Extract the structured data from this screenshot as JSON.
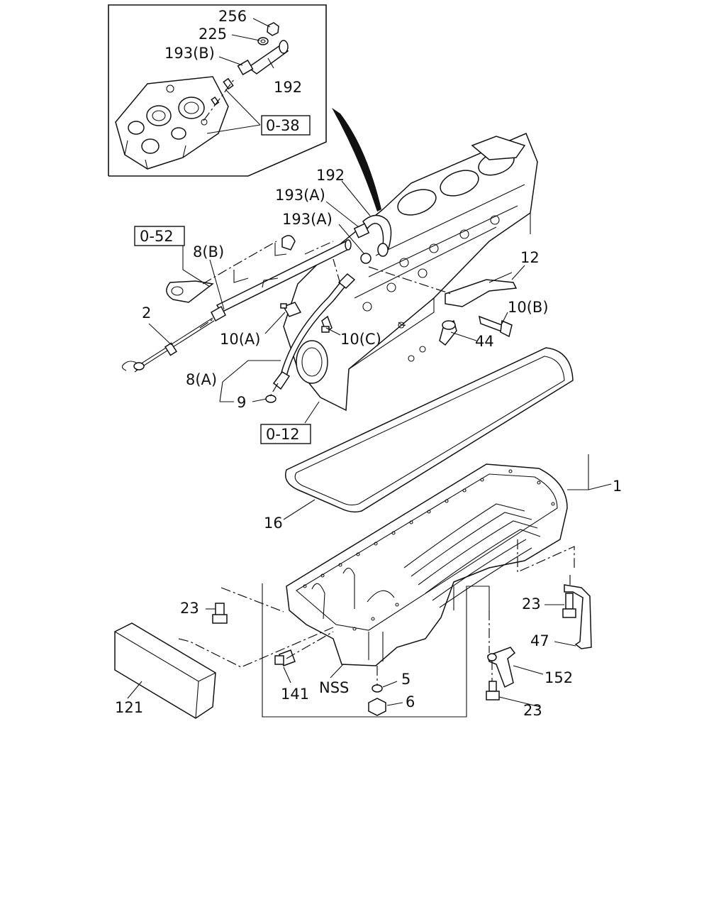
{
  "callouts": {
    "p256": "256",
    "p225": "225",
    "p193b": "193(B)",
    "p192_inset": "192",
    "ref038": "0-38",
    "p192": "192",
    "p193a_1": "193(A)",
    "p193a_2": "193(A)",
    "ref052": "0-52",
    "p8b": "8(B)",
    "p12": "12",
    "p2": "2",
    "p10b": "10(B)",
    "p10a": "10(A)",
    "p10c": "10(C)",
    "p44": "44",
    "p8a": "8(A)",
    "p9": "9",
    "ref012": "0-12",
    "p1": "1",
    "p16": "16",
    "p23_left": "23",
    "p23_right": "23",
    "p47": "47",
    "p152": "152",
    "p5": "5",
    "p6": "6",
    "p23_bottom": "23",
    "p141": "141",
    "nss": "NSS",
    "p121": "121"
  }
}
